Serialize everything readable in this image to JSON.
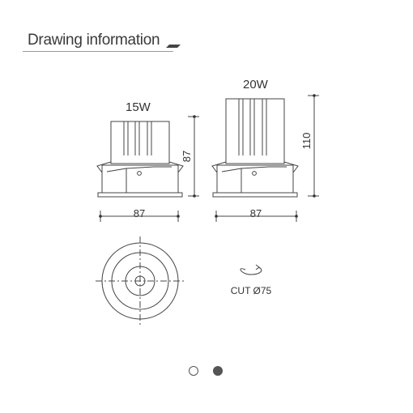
{
  "header": {
    "title": "Drawing information"
  },
  "drawing": {
    "model_15w": {
      "label": "15W",
      "width": "87",
      "height": "87"
    },
    "model_20w": {
      "label": "20W",
      "width": "87",
      "height": "110"
    },
    "cutout": {
      "label": "CUT Ø75"
    }
  },
  "pagination": {
    "count": 2,
    "active_index": 1
  }
}
